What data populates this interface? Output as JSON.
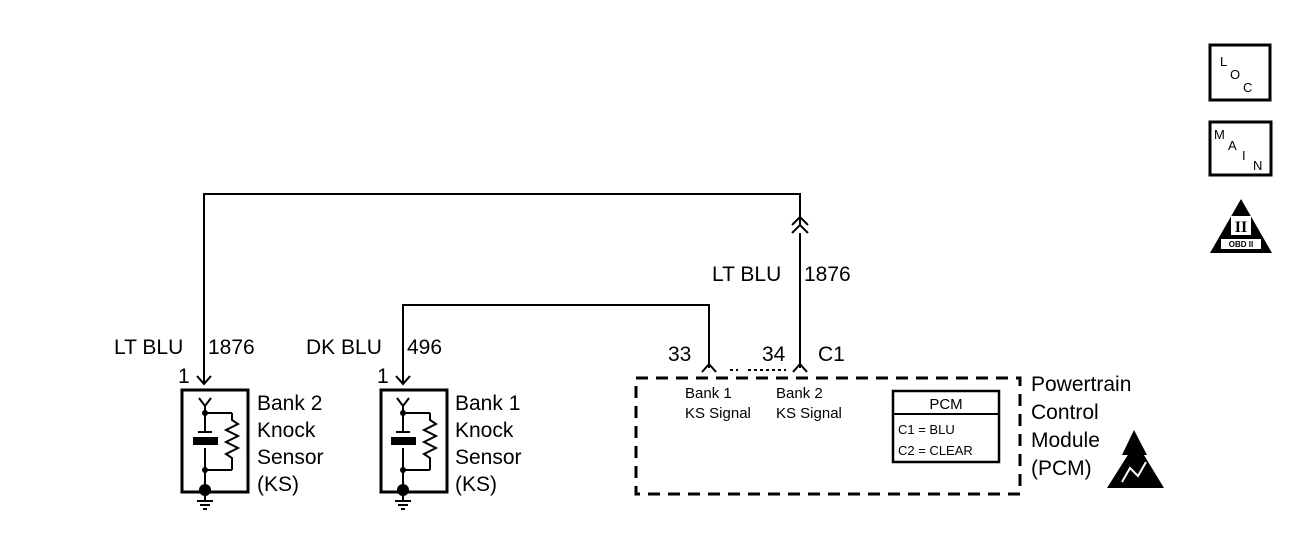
{
  "wires": {
    "bank2_top": {
      "color": "LT BLU",
      "circuit": "1876"
    },
    "pcm_side": {
      "color": "LT BLU",
      "circuit": "1876"
    },
    "bank1": {
      "color": "DK BLU",
      "circuit": "496"
    }
  },
  "sensors": [
    {
      "pin": "1",
      "lines": [
        "Bank 2",
        "Knock",
        "Sensor",
        "(KS)"
      ]
    },
    {
      "pin": "1",
      "lines": [
        "Bank 1",
        "Knock",
        "Sensor",
        "(KS)"
      ]
    }
  ],
  "pcm": {
    "connector": "C1",
    "pins": [
      {
        "number": "33",
        "lines": [
          "Bank 1",
          "KS Signal"
        ]
      },
      {
        "number": "34",
        "lines": [
          "Bank 2",
          "KS Signal"
        ]
      }
    ],
    "name_lines": [
      "Powertrain",
      "Control",
      "Module",
      "(PCM)"
    ],
    "legend": {
      "title": "PCM",
      "rows": [
        "C1 = BLU",
        "C2 = CLEAR"
      ]
    }
  },
  "side_icons": {
    "loc": [
      "L",
      "O",
      "C"
    ],
    "main": [
      "M",
      "A",
      "I",
      "N"
    ],
    "obd": {
      "numeral": "II",
      "label": "OBD II"
    }
  }
}
